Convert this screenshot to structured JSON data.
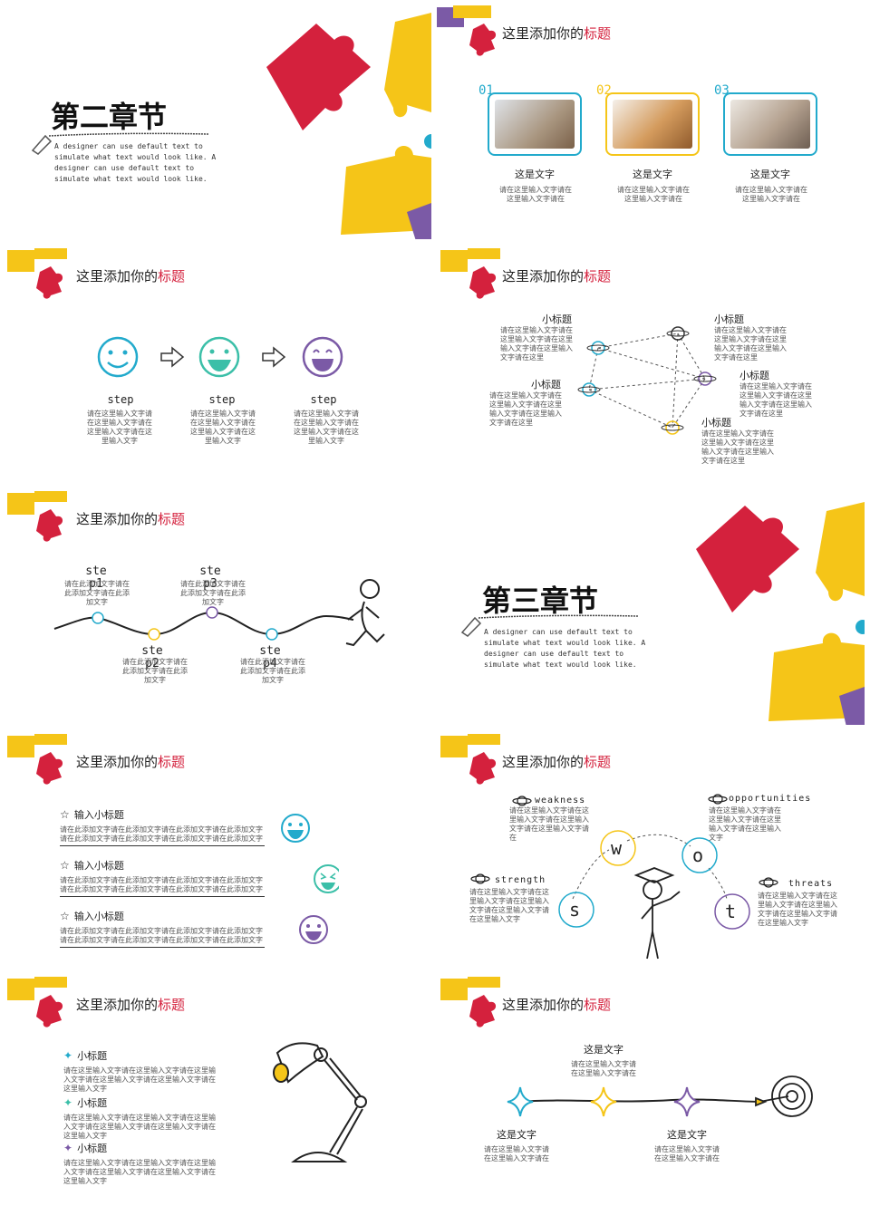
{
  "slide_title": {
    "prefix": "这里添加你的",
    "highlight": "标题"
  },
  "chapter2": {
    "title": "第二章节",
    "body": "A designer can use default text to simulate what text would look like. A designer can use default text to simulate what text would look like."
  },
  "chapter3": {
    "title": "第三章节",
    "body": "A designer can use default text to simulate what text would look like. A designer can use default text to simulate what text would look like."
  },
  "photos": {
    "items": [
      {
        "num": "01",
        "label": "这是文字",
        "desc": "请在这里输入文字请在这里输入文字请在"
      },
      {
        "num": "02",
        "label": "这是文字",
        "desc": "请在这里输入文字请在这里输入文字请在"
      },
      {
        "num": "03",
        "label": "这是文字",
        "desc": "请在这里输入文字请在这里输入文字请在"
      }
    ]
  },
  "steps": {
    "items": [
      {
        "label": "step",
        "desc": "请在这里输入文字请在这里输入文字请在这里输入文字请在这里输入文字"
      },
      {
        "label": "step",
        "desc": "请在这里输入文字请在这里输入文字请在这里输入文字请在这里输入文字"
      },
      {
        "label": "step",
        "desc": "请在这里输入文字请在这里输入文字请在这里输入文字请在这里输入文字"
      }
    ]
  },
  "network": {
    "items": [
      {
        "title": "小标题",
        "desc": "请在这里输入文字请在这里输入文字请在这里输入文字请在这里输入文字请在这里"
      },
      {
        "title": "小标题",
        "desc": "请在这里输入文字请在这里输入文字请在这里输入文字请在这里输入文字请在这里"
      },
      {
        "title": "小标题",
        "desc": "请在这里输入文字请在这里输入文字请在这里输入文字请在这里输入文字请在这里"
      },
      {
        "title": "小标题",
        "desc": "请在这里输入文字请在这里输入文字请在这里输入文字请在这里输入文字请在这里"
      },
      {
        "title": "小标题",
        "desc": "请在这里输入文字请在这里输入文字请在这里输入文字请在这里输入文字请在这里"
      }
    ]
  },
  "wave": {
    "items": [
      {
        "label": "ste",
        "num": "p1",
        "desc": "请在此添加文字请在此添加文字请在此添加文字"
      },
      {
        "label": "ste",
        "num": "p2",
        "desc": "请在此添加文字请在此添加文字请在此添加文字"
      },
      {
        "label": "ste",
        "num": "p3",
        "desc": "请在此添加文字请在此添加文字请在此添加文字"
      },
      {
        "label": "ste",
        "num": "p4",
        "desc": "请在此添加文字请在此添加文字请在此添加文字"
      }
    ]
  },
  "list": {
    "items": [
      {
        "title": "输入小标题",
        "desc": "请在此添加文字请在此添加文字请在此添加文字请在此添加文字请在此添加文字请在此添加文字请在此添加文字请在此添加文字"
      },
      {
        "title": "输入小标题",
        "desc": "请在此添加文字请在此添加文字请在此添加文字请在此添加文字请在此添加文字请在此添加文字请在此添加文字请在此添加文字"
      },
      {
        "title": "输入小标题",
        "desc": "请在此添加文字请在此添加文字请在此添加文字请在此添加文字请在此添加文字请在此添加文字请在此添加文字请在此添加文字"
      }
    ]
  },
  "swot": {
    "weakness": {
      "label": "weakness",
      "desc": "请在这里输入文字请在这里输入文字请在这里输入文字请在这里输入文字请在"
    },
    "opportunities": {
      "label": "opportunities",
      "desc": "请在这里输入文字请在这里输入文字请在这里输入文字请在这里输入文字"
    },
    "strength": {
      "label": "strength",
      "desc": "请在这里输入文字请在这里输入文字请在这里输入文字请在这里输入文字请在这里输入文字"
    },
    "threats": {
      "label": "threats",
      "desc": "请在这里输入文字请在这里输入文字请在这里输入文字请在这里输入文字请在这里输入文字"
    },
    "letters": {
      "s": "s",
      "w": "w",
      "o": "o",
      "t": "t"
    }
  },
  "lamp": {
    "items": [
      {
        "title": "小标题",
        "desc": "请在这里输入文字请在这里输入文字请在这里输入文字请在这里输入文字请在这里输入文字请在这里输入文字"
      },
      {
        "title": "小标题",
        "desc": "请在这里输入文字请在这里输入文字请在这里输入文字请在这里输入文字请在这里输入文字请在这里输入文字"
      },
      {
        "title": "小标题",
        "desc": "请在这里输入文字请在这里输入文字请在这里输入文字请在这里输入文字请在这里输入文字请在这里输入文字"
      }
    ]
  },
  "timeline": {
    "top": {
      "label": "这是文字",
      "desc": "请在这里输入文字请在这里输入文字请在"
    },
    "left": {
      "label": "这是文字",
      "desc": "请在这里输入文字请在这里输入文字请在"
    },
    "right": {
      "label": "这是文字",
      "desc": "请在这里输入文字请在这里输入文字请在"
    }
  },
  "colors": {
    "red": "#d4213d",
    "yellow": "#f5c518",
    "purple": "#7b5aa6",
    "cyan": "#22aacc"
  }
}
